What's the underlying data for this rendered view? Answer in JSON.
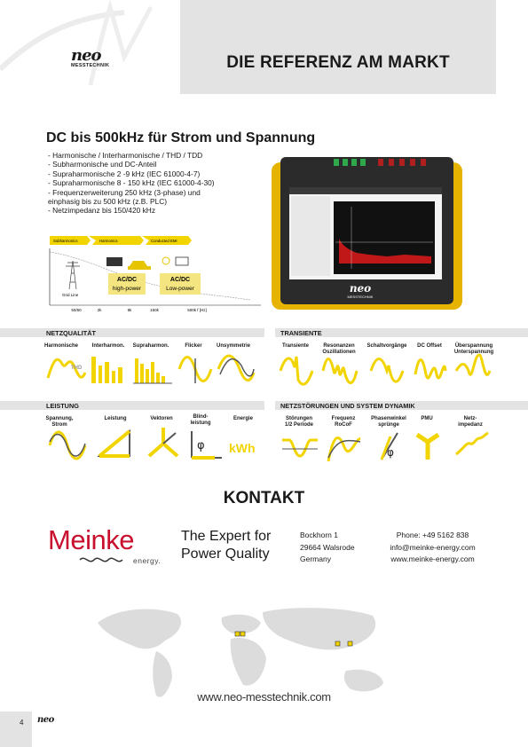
{
  "header": {
    "title": "DIE REFERENZ AM MARKT",
    "logo_word": "neo",
    "logo_sub": "MESSTECHNIK"
  },
  "section": {
    "title": "DC bis 500kHz für Strom und Spannung",
    "bullets": [
      "- Harmonische / Interharmonische / THD / TDD",
      "- Subharmonische und DC-Anteil",
      "- Supraharmonische 2 -9 kHz (IEC 61000-4-7)",
      "- Supraharmonische 8 - 150 kHz (IEC 61000-4-30)",
      "- Frequenzerweiterung 250 kHz (3-phase) und",
      "  einphasig bis zu 500 kHz (z.B. PLC)",
      "- Netzimpedanz bis 150/420 kHz"
    ]
  },
  "freq_band": {
    "bands": [
      "Subharmonics",
      "Harmonics",
      "Conducted EMI"
    ],
    "box_high": [
      "AC/DC",
      "high-power"
    ],
    "box_low": [
      "AC/DC",
      "Low-power"
    ],
    "grid_label": "Grid Line",
    "axis_ticks": [
      "50/60",
      "2k",
      "9k",
      "150k",
      "500k f [Hz]"
    ]
  },
  "device": {
    "brand": "neo",
    "brand_sub": "MESSTECHNIK"
  },
  "categories": {
    "netzqualitaet": {
      "label": "NETZQUALITÄT",
      "items": [
        "Harmonische",
        "Interharmon.",
        "Supraharmon.",
        "Flicker",
        "Unsymmetrie"
      ],
      "thd": "THD"
    },
    "transiente": {
      "label": "TRANSIENTE",
      "items": [
        "Transiente",
        "Resonanzen\nOszillationen",
        "Schaltvorgänge",
        "DC Offset",
        "Überspannung\nUnterspannung"
      ]
    },
    "leistung": {
      "label": "LEISTUNG",
      "items": [
        "Spannung,\nStrom",
        "Leistung",
        "Vektoren",
        "Blind-\nleistung",
        "Energie"
      ],
      "phi": "φ",
      "kwh": "kWh"
    },
    "netzstoerungen": {
      "label": "NETZSTÖRUNGEN UND SYSTEM DYNAMIK",
      "items": [
        "Störungen\n1/2 Periode",
        "Frequenz\nRoCoF",
        "Phasenwinkel\nsprünge",
        "PMU",
        "Netz-\nimpedanz"
      ],
      "phi": "φ"
    }
  },
  "kontakt": {
    "title": "KONTAKT",
    "brand": "Meinke",
    "brand_sub": "energy.",
    "tagline": [
      "The Expert for",
      "Power Quality"
    ],
    "address": [
      "Bockhorn 1",
      "29664 Walsrode",
      "Germany"
    ],
    "phone": "Phone: +49 5162 838",
    "email": "info@meinke-energy.com",
    "web": "www.meinke-energy.com"
  },
  "website": "www.neo-messtechnik.com",
  "footer": {
    "page": "4",
    "logo": "neo"
  },
  "colors": {
    "accent": "#f2d400",
    "grey_band": "#e3e3e3",
    "meinke_red": "#c8102e"
  }
}
